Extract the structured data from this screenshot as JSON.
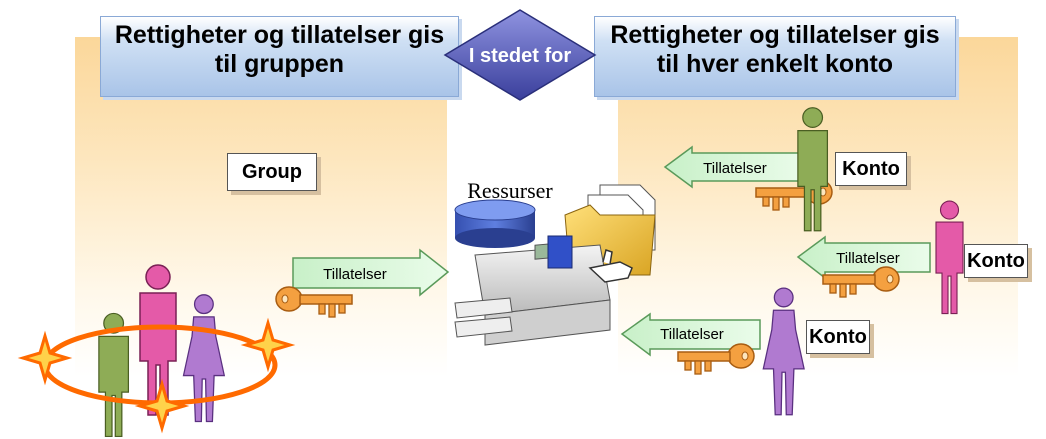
{
  "left_title_line1": "Rettigheter og tillatelser gis",
  "left_title_line2": "til  gruppen",
  "center_diamond": "I stedet for",
  "right_title_line1": "Rettigheter og tillatelser gis",
  "right_title_line2": "til hver enkelt konto",
  "group_label": "Group",
  "resource_label": "Ressurser",
  "permission_label": "Tillatelser",
  "account_label": "Konto",
  "colors": {
    "panel": "#fbd79a",
    "title_box": "#a9c4e8",
    "diamond": "#5a5fc0",
    "arrow_fill": "#d6f5d6",
    "key": "#f4a040",
    "person_green": "#8eac56",
    "person_pink": "#e45aa8",
    "person_purple": "#b07ad0",
    "ring": "#ff6a00"
  }
}
